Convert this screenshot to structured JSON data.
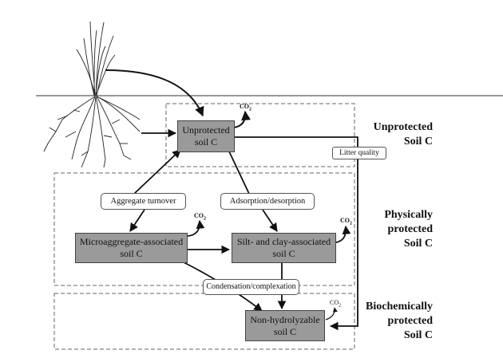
{
  "diagram": {
    "zones": [
      {
        "id": "unprotected",
        "label_lines": [
          "Unprotected",
          "Soil C"
        ]
      },
      {
        "id": "physically",
        "label_lines": [
          "Physically",
          "protected",
          "Soil C"
        ]
      },
      {
        "id": "biochemically",
        "label_lines": [
          "Biochemically",
          "protected",
          "Soil C"
        ]
      }
    ],
    "pools": [
      {
        "id": "unprotected",
        "lines": [
          "Unprotected",
          "soil C"
        ]
      },
      {
        "id": "microaggregate",
        "lines": [
          "Microaggregate-associated",
          "soil C"
        ]
      },
      {
        "id": "silt-clay",
        "lines": [
          "Silt- and clay-associated",
          "soil C"
        ]
      },
      {
        "id": "non-hydrolyzable",
        "lines": [
          "Non-hydrolyzable",
          "soil C"
        ]
      }
    ],
    "processes": [
      {
        "id": "aggregate-turnover",
        "label": "Aggregate turnover"
      },
      {
        "id": "adsorption-desorption",
        "label": "Adsorption/desorption"
      },
      {
        "id": "condensation-complexation",
        "label": "Condensation/complexation"
      },
      {
        "id": "litter-quality",
        "label": "Litter quality"
      }
    ],
    "co2": {
      "main": "CO",
      "sub": "2"
    }
  }
}
